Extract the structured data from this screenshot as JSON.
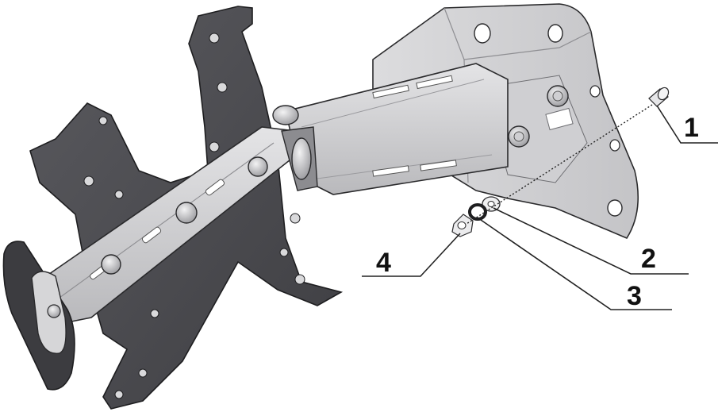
{
  "callouts": [
    {
      "label": "1"
    },
    {
      "label": "2"
    },
    {
      "label": "3"
    },
    {
      "label": "4"
    }
  ],
  "colors": {
    "plate_dark": "#4a4a4e",
    "metal_light": "#d9d9db",
    "metal_mid": "#bdbdc0",
    "bracket_light": "#e6e6e8",
    "outline": "#2a2a2c",
    "rubber_pad": "#3c3c40"
  }
}
